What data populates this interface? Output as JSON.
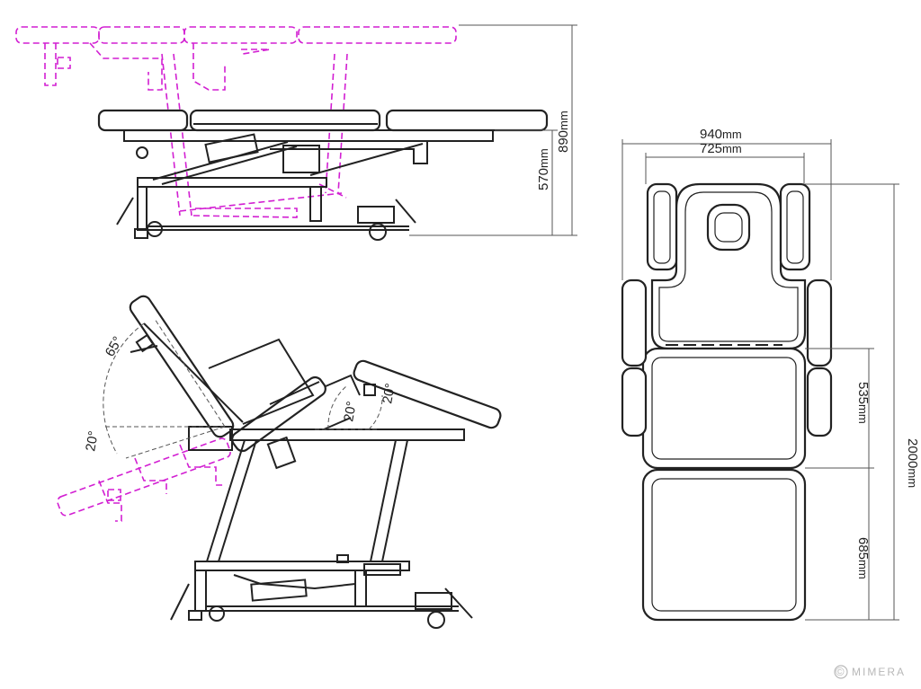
{
  "colors": {
    "line": "#222222",
    "adjustment_dashed": "#d21fd2",
    "dimension": "#555555",
    "watermark": "#b8b8b8"
  },
  "side_view": {
    "height_max": "890",
    "height_min": "570",
    "unit": "mm"
  },
  "top_view": {
    "overall_width": "940",
    "inner_width": "725",
    "overall_length": "2000",
    "middle_section": "535",
    "leg_section": "685",
    "unit": "mm"
  },
  "tilt_view": {
    "backrest_up": "65",
    "backrest_down": "20",
    "seat_tilt": "20",
    "leg_tilt": "20",
    "degree": "°"
  },
  "watermark": {
    "symbol": "©",
    "text": "MIMERA"
  }
}
